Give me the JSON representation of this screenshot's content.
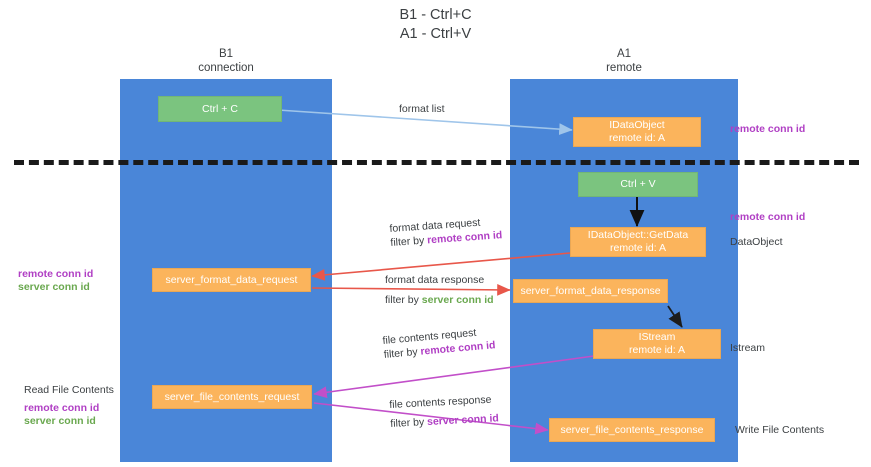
{
  "title": {
    "line1": "B1 - Ctrl+C",
    "line2": "A1 - Ctrl+V"
  },
  "lanes": [
    {
      "id": "b1",
      "name": "B1",
      "role": "connection"
    },
    {
      "id": "a1",
      "name": "A1",
      "role": "remote"
    }
  ],
  "boxes": {
    "ctrl_c": {
      "line1": "Ctrl + C",
      "line2": "",
      "color": "#7bc47f"
    },
    "idataobject": {
      "line1": "IDataObject",
      "line2": "remote id: A",
      "color": "#fbb45c"
    },
    "ctrl_v": {
      "line1": "Ctrl + V",
      "line2": "",
      "color": "#7bc47f"
    },
    "getdata": {
      "line1": "IDataObject::GetData",
      "line2": "remote id: A",
      "color": "#fbb45c"
    },
    "fmt_request": {
      "line1": "server_format_data_request",
      "line2": "",
      "color": "#fbb45c"
    },
    "fmt_response": {
      "line1": "server_format_data_response",
      "line2": "",
      "color": "#fbb45c"
    },
    "istream": {
      "line1": "IStream",
      "line2": "remote id: A",
      "color": "#fbb45c"
    },
    "file_request": {
      "line1": "server_file_contents_request",
      "line2": "",
      "color": "#fbb45c"
    },
    "file_response": {
      "line1": "server_file_contents_response",
      "line2": "",
      "color": "#fbb45c"
    }
  },
  "edges": {
    "format_list": {
      "text": "format list"
    },
    "fmt_req_l1": {
      "text": "format data request"
    },
    "fmt_req_l2_prefix": {
      "text": "filter by "
    },
    "fmt_req_l2_key": {
      "text": "remote conn id"
    },
    "fmt_res_l1": {
      "text": "format data response"
    },
    "fmt_res_l2_prefix": {
      "text": "filter by "
    },
    "fmt_res_l2_key": {
      "text": "server conn id"
    },
    "file_req_l1": {
      "text": "file contents request"
    },
    "file_req_l2_prefix": {
      "text": "filter by "
    },
    "file_req_l2_key": {
      "text": "remote conn id"
    },
    "file_res_l1": {
      "text": "file contents response"
    },
    "file_res_l2_prefix": {
      "text": "filter by "
    },
    "file_res_l2_key": {
      "text": "server conn id"
    }
  },
  "side_labels": {
    "right_remote_conn_top": "remote conn id",
    "right_remote_conn_mid": "remote conn id",
    "right_dataobject": "DataObject",
    "right_istream": "Istream",
    "right_write_file": "Write File Contents",
    "left_remote_conn": "remote conn id",
    "left_server_conn": "server conn id",
    "left_read_file": "Read File Contents",
    "left_remote_conn2": "remote conn id",
    "left_server_conn2": "server conn id"
  },
  "colors": {
    "lane": "#4a86d8",
    "green_box": "#7bc47f",
    "orange_box": "#fbb45c",
    "accent_purple": "#b03fc4",
    "accent_green": "#6aa84f",
    "accent_red": "#e8574a",
    "arrow_blue": "#9fc5ea",
    "arrow_magenta": "#c24fc9",
    "separator": "#1a1a1a"
  }
}
